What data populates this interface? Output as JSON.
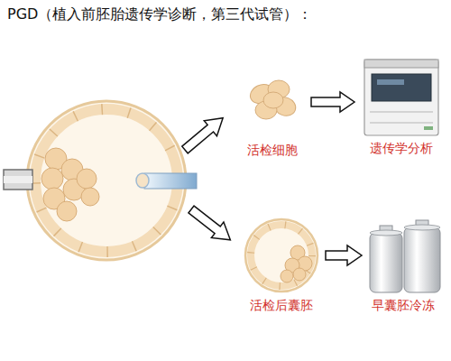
{
  "diagram": {
    "title": "PGD（植入前胚胎遗传学诊断，第三代试管）：",
    "nodes": [
      {
        "text": [
          "活检细胞"
        ]
      },
      {
        "text": [
          "遗传学分析"
        ]
      },
      {
        "text": [
          "活检后囊胚"
        ]
      },
      {
        "text": [
          "早囊胚冷冻"
        ]
      }
    ],
    "edges": [
      {
        "from": 0,
        "to": 1,
        "arrow": "to"
      },
      {
        "from": 2,
        "to": 3,
        "arrow": "to"
      }
    ]
  }
}
